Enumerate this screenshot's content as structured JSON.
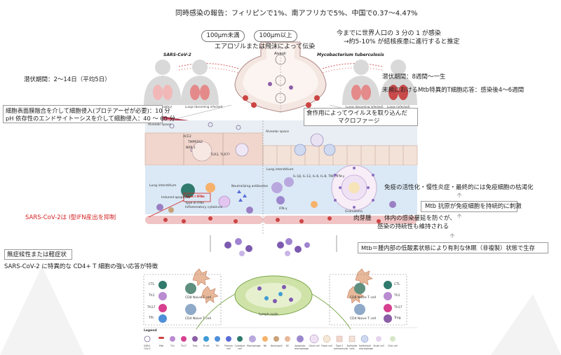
{
  "top": {
    "coinfection": "同時感染の報告：フィリピンで1%、南アフリカで5%、中国で0.37〜4.47%",
    "size_small": "100μm未満",
    "size_large": "100μm以上",
    "transmission": "エアロゾルまたは飛沫によって伝染",
    "world1": "今までに世界人口の 3 分の 1 が感染",
    "world2": "→約5-10% が結核疾患に進行すると推定"
  },
  "headers": {
    "sars": "SARS-CoV-2",
    "alveoli": "Alveoli",
    "mtb": "Mycobacterium tuberculosis"
  },
  "people_left": [
    "Lungs (healthy)",
    "Lungs (becoming infected)"
  ],
  "people_right": [
    "Lungs (becoming infected)",
    "Lungs (infected)"
  ],
  "left": {
    "incubation": "潜伏期間：2〜14日（平均5日）",
    "entry1": "細胞表面膜融合を介して細胞侵入(プロテアーゼが必要)：10 分",
    "entry2": "pH 依存性のエンドサイトーシスを介して細胞侵入：40 〜 60 分",
    "ifn": "SARS-CoV-2は I型IFN産出を抑制",
    "asym": "無症候性または軽症状",
    "cd4": "SARS-CoV-2 に特異的な CD4+ T 細胞の強い応答が特徴"
  },
  "right": {
    "incubation": "潜伏期間：8週間〜一生",
    "response": "末梢におけるMtb特異的T細胞応答：感染後4〜6週間",
    "macro1": "食作用によってウイルスを取り込んだ",
    "macro2": "マクロファージ",
    "exhaust": "免疫の活性化・慢性炎症・最終的には免疫細胞の枯渇化",
    "antigen": "Mtb 抗原が免疫細胞を持続的に刺激",
    "granuloma_jp": "肉芽腫",
    "spread1": "体内の感染蔓延を防ぐが、",
    "spread2": "感染の持続性も維持される",
    "dormant": "Mtb＝腫内部の低酸素状態により有利な休眠（非複製）状態で生存"
  },
  "panel_labels": {
    "alv_space_l": "Alveolar space",
    "alv_space_r": "Alveolar space",
    "lung_int_l": "Lung interstitium",
    "lung_int_r": "Lung interstitium",
    "ace2": "ACE2",
    "tmprss2": "TMPRSS2",
    "nrp1": "NRP-1",
    "tlr": "TLR3, TLR7?",
    "ifn_box": "Type I IFNs",
    "ifn_sub1": "Type III IFNs",
    "ifn_sub2": "Inflammatory cytokines",
    "apoptosis": "Induced apoptosis",
    "neutralizing": "Neutralizing antibodies",
    "cytokines": "IL-1β, IL-12, IL-6, IL-8, TNF, IFN-γ",
    "ifng": "IFN-γ",
    "granuloma": "Granuloma",
    "lymph": "Lymph node"
  },
  "tcells_left": {
    "rows": [
      "CTL",
      "Th1",
      "Th17",
      "Tfh"
    ],
    "naive_top": "CD8 Naive T cell",
    "naive_bottom": "CD4 Naive T cell"
  },
  "tcells_right": {
    "rows": [
      "CTL",
      "Th1",
      "Th17",
      "Treg"
    ],
    "naive_top": "CD8 Naive T cell",
    "naive_bottom": "CD4 Naive T cell"
  },
  "legend": {
    "title": "Legend",
    "items": [
      "SARS-CoV-2",
      "Mtb",
      "Th1",
      "Th17",
      "Treg",
      "B cell",
      "Tfh",
      "Plasma cell",
      "Cytotoxic cell",
      "Macrophage",
      "NK",
      "Neutrophil",
      "DC",
      "Apoptotic macrophage",
      "Giant cell",
      "Foam cell",
      "Type II pneumocyte",
      "Epithelial cells",
      "Epithelioid macrophage",
      "Small cell",
      "Club cell"
    ]
  },
  "colors": {
    "alveolar_space": "#e8eef3",
    "epithelium": "#f0d6cc",
    "interstitium": "#dbe9f6",
    "vessel": "#b2344c",
    "accent_red": "#d32020",
    "lymph": "#cfe3a8"
  }
}
